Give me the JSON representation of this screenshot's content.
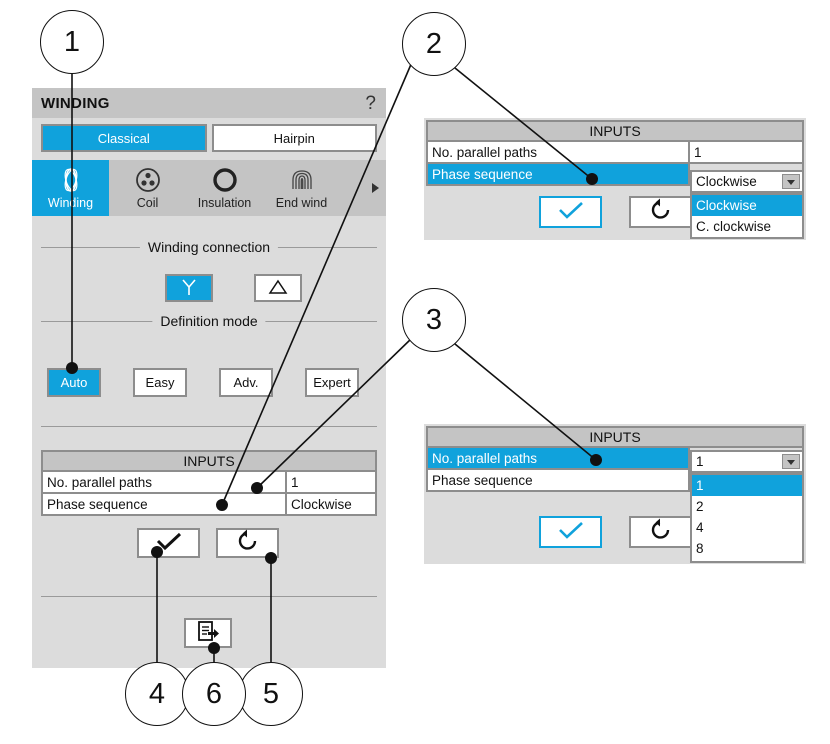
{
  "panel": {
    "title": "WINDING",
    "help_label": "?",
    "type_tabs": [
      {
        "label": "Classical",
        "selected": true
      },
      {
        "label": "Hairpin",
        "selected": false
      }
    ],
    "nav_tabs": [
      {
        "label": "Winding",
        "icon": "winding-icon",
        "selected": true
      },
      {
        "label": "Coil",
        "icon": "coil-icon",
        "selected": false
      },
      {
        "label": "Insulation",
        "icon": "insulation-icon",
        "selected": false
      },
      {
        "label": "End wind",
        "icon": "end-winding-icon",
        "selected": false
      }
    ],
    "nav_more_icon": "chevron-right-icon",
    "groups": {
      "winding_connection": {
        "caption": "Winding connection",
        "options": [
          {
            "label": "Y",
            "icon": "wye-connection-icon",
            "selected": true
          },
          {
            "label": "△",
            "icon": "delta-connection-icon",
            "selected": false
          }
        ]
      },
      "definition_mode": {
        "caption": "Definition mode",
        "options": [
          {
            "label": "Auto",
            "selected": true
          },
          {
            "label": "Easy",
            "selected": false
          },
          {
            "label": "Adv.",
            "selected": false
          },
          {
            "label": "Expert",
            "selected": false
          }
        ]
      }
    },
    "inputs": {
      "header": "INPUTS",
      "rows": [
        {
          "name": "No. parallel paths",
          "value": "1",
          "highlighted": false
        },
        {
          "name": "Phase sequence",
          "value": "Clockwise",
          "highlighted": false
        }
      ]
    },
    "actions": {
      "confirm_icon": "check-icon",
      "reset_icon": "reset-arrow-icon",
      "export_icon": "export-document-icon"
    }
  },
  "popup_phase_sequence": {
    "header": "INPUTS",
    "rows": [
      {
        "name": "No. parallel paths",
        "value": "1",
        "highlighted": false
      },
      {
        "name": "Phase sequence",
        "value": "Clockwise",
        "highlighted": true
      }
    ],
    "dropdown": {
      "value": "Clockwise",
      "arrow_icon": "chevron-down-icon",
      "options": [
        {
          "label": "Clockwise",
          "selected": true
        },
        {
          "label": "C. clockwise",
          "selected": false
        }
      ]
    },
    "actions": {
      "confirm_icon": "check-icon",
      "reset_icon": "reset-arrow-icon"
    }
  },
  "popup_parallel_paths": {
    "header": "INPUTS",
    "rows": [
      {
        "name": "No. parallel paths",
        "value": "1",
        "highlighted": true
      },
      {
        "name": "Phase sequence",
        "value": "",
        "highlighted": false
      }
    ],
    "dropdown": {
      "value": "1",
      "arrow_icon": "chevron-down-icon",
      "options": [
        {
          "label": "1",
          "selected": true
        },
        {
          "label": "2",
          "selected": false
        },
        {
          "label": "4",
          "selected": false
        },
        {
          "label": "8",
          "selected": false
        }
      ]
    },
    "actions": {
      "confirm_icon": "check-icon",
      "reset_icon": "reset-arrow-icon"
    }
  },
  "callouts": [
    {
      "number": "1"
    },
    {
      "number": "2"
    },
    {
      "number": "3"
    },
    {
      "number": "4"
    },
    {
      "number": "5"
    },
    {
      "number": "6"
    }
  ],
  "colors": {
    "accent": "#10a2dc",
    "panel_bg": "#dcdcdc",
    "titlebar_bg": "#c4c4c4",
    "border": "#8d8d8d",
    "text": "#111111"
  }
}
